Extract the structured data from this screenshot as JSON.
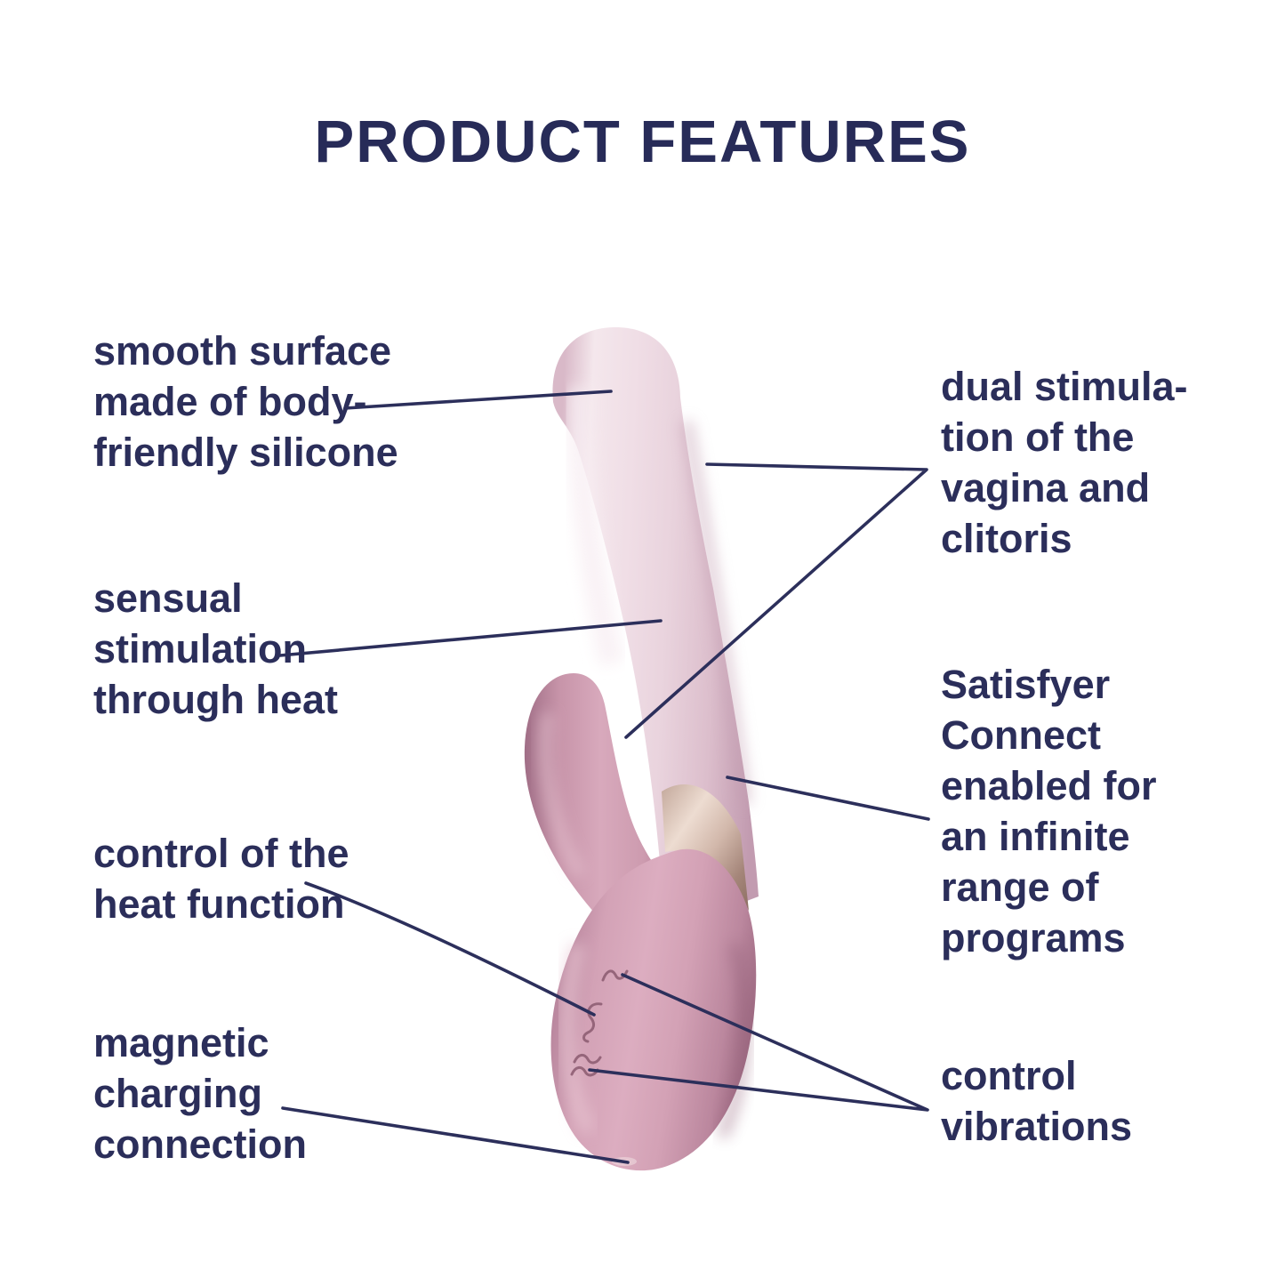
{
  "title": "PRODUCT FEATURES",
  "labels": {
    "left": [
      {
        "id": "smooth-surface",
        "text": "smooth surface\nmade of body-\nfriendly silicone"
      },
      {
        "id": "heat-stimulation",
        "text": "sensual\nstimulation\nthrough heat"
      },
      {
        "id": "heat-control",
        "text": "control of the\nheat function"
      },
      {
        "id": "magnetic-charging",
        "text": "magnetic\ncharging\nconnection"
      }
    ],
    "right": [
      {
        "id": "dual-stimulation",
        "text": "dual stimula-\ntion of the\nvagina and\nclitoris"
      },
      {
        "id": "satisfyer-connect",
        "text": "Satisfyer\nConnect\nenabled for\nan infinite\nrange of\nprograms"
      },
      {
        "id": "control-vibrations",
        "text": "control\nvibrations"
      }
    ]
  },
  "icons": {
    "top_button": "single-wave-icon",
    "middle_button": "heat-squiggle-icon",
    "bottom_button": "double-wave-icon"
  },
  "colors": {
    "background": "#ffffff",
    "text_navy": "#2b2e5a",
    "line_navy": "#2c2f5b",
    "shaft_pink": "#ecd6df",
    "body_mauve": "#cf9db1",
    "band_rose_gold": "#c3a89b"
  }
}
